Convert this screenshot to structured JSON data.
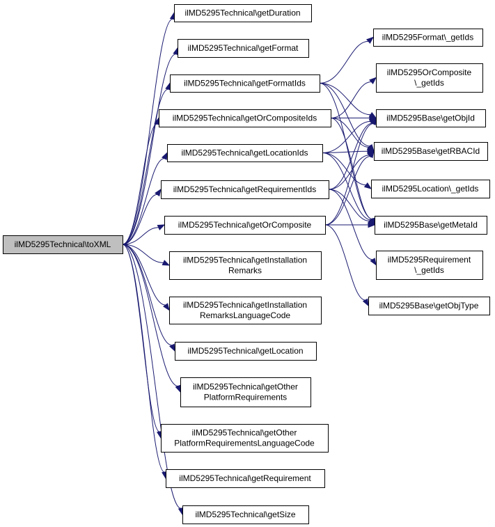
{
  "diagram": {
    "type": "call-graph",
    "colors": {
      "edge": "#191970",
      "root_fill": "#bfbfbf",
      "node_fill": "#ffffff",
      "border": "#000000"
    },
    "nodes": [
      {
        "id": "toXML",
        "lines": [
          "ilMD5295Technical\\toXML"
        ],
        "root": true
      },
      {
        "id": "getDuration",
        "lines": [
          "ilMD5295Technical\\getDuration"
        ]
      },
      {
        "id": "getFormat",
        "lines": [
          "ilMD5295Technical\\getFormat"
        ]
      },
      {
        "id": "getFormatIds",
        "lines": [
          "ilMD5295Technical\\getFormatIds"
        ]
      },
      {
        "id": "getOrCompositeIds",
        "lines": [
          "ilMD5295Technical\\getOrCompositeIds"
        ]
      },
      {
        "id": "getLocationIds",
        "lines": [
          "ilMD5295Technical\\getLocationIds"
        ]
      },
      {
        "id": "getRequirementIds",
        "lines": [
          "ilMD5295Technical\\getRequirementIds"
        ]
      },
      {
        "id": "getOrComposite",
        "lines": [
          "ilMD5295Technical\\getOrComposite"
        ]
      },
      {
        "id": "getInstallationRemarks",
        "lines": [
          "ilMD5295Technical\\getInstallation",
          "Remarks"
        ]
      },
      {
        "id": "getInstallationRemarksLanguageCode",
        "lines": [
          "ilMD5295Technical\\getInstallation",
          "RemarksLanguageCode"
        ]
      },
      {
        "id": "getLocation",
        "lines": [
          "ilMD5295Technical\\getLocation"
        ]
      },
      {
        "id": "getOtherPlatformRequirements",
        "lines": [
          "ilMD5295Technical\\getOther",
          "PlatformRequirements"
        ]
      },
      {
        "id": "getOtherPlatformRequirementsLanguageCode",
        "lines": [
          "ilMD5295Technical\\getOther",
          "PlatformRequirementsLanguageCode"
        ]
      },
      {
        "id": "getRequirement",
        "lines": [
          "ilMD5295Technical\\getRequirement"
        ]
      },
      {
        "id": "getSize",
        "lines": [
          "ilMD5295Technical\\getSize"
        ]
      },
      {
        "id": "formatGetIds",
        "lines": [
          "ilMD5295Format\\_getIds"
        ]
      },
      {
        "id": "orCompositeGetIds",
        "lines": [
          "ilMD5295OrComposite",
          "\\_getIds"
        ]
      },
      {
        "id": "getObjId",
        "lines": [
          "ilMD5295Base\\getObjId"
        ]
      },
      {
        "id": "getRBACId",
        "lines": [
          "ilMD5295Base\\getRBACId"
        ]
      },
      {
        "id": "locationGetIds",
        "lines": [
          "ilMD5295Location\\_getIds"
        ]
      },
      {
        "id": "getMetaId",
        "lines": [
          "ilMD5295Base\\getMetaId"
        ]
      },
      {
        "id": "requirementGetIds",
        "lines": [
          "ilMD5295Requirement",
          "\\_getIds"
        ]
      },
      {
        "id": "getObjType",
        "lines": [
          "ilMD5295Base\\getObjType"
        ]
      }
    ],
    "edges": [
      [
        "toXML",
        "getDuration"
      ],
      [
        "toXML",
        "getFormat"
      ],
      [
        "toXML",
        "getFormatIds"
      ],
      [
        "toXML",
        "getOrCompositeIds"
      ],
      [
        "toXML",
        "getLocationIds"
      ],
      [
        "toXML",
        "getRequirementIds"
      ],
      [
        "toXML",
        "getOrComposite"
      ],
      [
        "toXML",
        "getInstallationRemarks"
      ],
      [
        "toXML",
        "getInstallationRemarksLanguageCode"
      ],
      [
        "toXML",
        "getLocation"
      ],
      [
        "toXML",
        "getOtherPlatformRequirements"
      ],
      [
        "toXML",
        "getOtherPlatformRequirementsLanguageCode"
      ],
      [
        "toXML",
        "getRequirement"
      ],
      [
        "toXML",
        "getSize"
      ],
      [
        "getFormatIds",
        "formatGetIds"
      ],
      [
        "getFormatIds",
        "getObjId"
      ],
      [
        "getFormatIds",
        "getRBACId"
      ],
      [
        "getFormatIds",
        "getMetaId"
      ],
      [
        "getOrCompositeIds",
        "orCompositeGetIds"
      ],
      [
        "getOrCompositeIds",
        "getObjId"
      ],
      [
        "getOrCompositeIds",
        "getRBACId"
      ],
      [
        "getOrCompositeIds",
        "getMetaId"
      ],
      [
        "getLocationIds",
        "getObjId"
      ],
      [
        "getLocationIds",
        "getRBACId"
      ],
      [
        "getLocationIds",
        "locationGetIds"
      ],
      [
        "getLocationIds",
        "getMetaId"
      ],
      [
        "getRequirementIds",
        "getObjId"
      ],
      [
        "getRequirementIds",
        "getRBACId"
      ],
      [
        "getRequirementIds",
        "getMetaId"
      ],
      [
        "getRequirementIds",
        "requirementGetIds"
      ],
      [
        "getOrComposite",
        "getObjId"
      ],
      [
        "getOrComposite",
        "getRBACId"
      ],
      [
        "getOrComposite",
        "getMetaId"
      ],
      [
        "getOrComposite",
        "getObjType"
      ]
    ]
  }
}
